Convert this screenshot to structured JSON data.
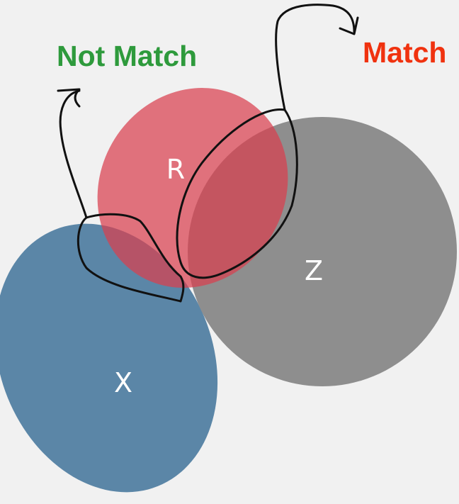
{
  "labels": {
    "not_match": "Not Match",
    "match": "Match"
  },
  "sets": {
    "x": "X",
    "r": "R",
    "z": "Z"
  },
  "colors": {
    "background": "#f1f1f1",
    "set_x": "#5b86a7",
    "set_r": "#e0707a",
    "set_z": "#8e8e8e",
    "not_match_text": "#2e9a3c",
    "match_text": "#f0320f",
    "annotation_stroke": "#111111"
  }
}
